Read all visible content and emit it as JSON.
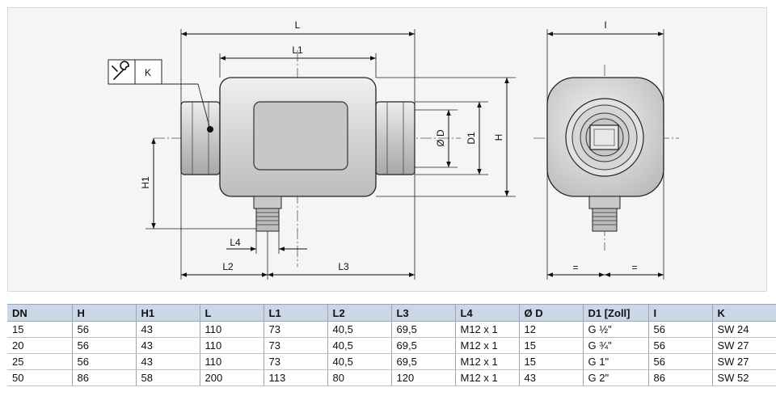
{
  "drawing": {
    "labels": {
      "L": "L",
      "L1": "L1",
      "L2": "L2",
      "L3": "L3",
      "L4": "L4",
      "H": "H",
      "H1": "H1",
      "D": "Ø D",
      "D1": "D1",
      "I": "I",
      "K": "K",
      "eq_left": "=",
      "eq_right": "="
    }
  },
  "table": {
    "headers": [
      "DN",
      "H",
      "H1",
      "L",
      "L1",
      "L2",
      "L3",
      "L4",
      "Ø D",
      "D1 [Zoll]",
      "I",
      "K"
    ],
    "rows": [
      [
        "15",
        "56",
        "43",
        "110",
        "73",
        "40,5",
        "69,5",
        "M12 x 1",
        "12",
        "G ½\"",
        "56",
        "SW 24"
      ],
      [
        "20",
        "56",
        "43",
        "110",
        "73",
        "40,5",
        "69,5",
        "M12 x 1",
        "15",
        "G ¾\"",
        "56",
        "SW 27"
      ],
      [
        "25",
        "56",
        "43",
        "110",
        "73",
        "40,5",
        "69,5",
        "M12 x 1",
        "15",
        "G 1\"",
        "56",
        "SW 27"
      ],
      [
        "50",
        "86",
        "58",
        "200",
        "113",
        "80",
        "120",
        "M12 x 1",
        "43",
        "G 2\"",
        "86",
        "SW 52"
      ]
    ]
  }
}
